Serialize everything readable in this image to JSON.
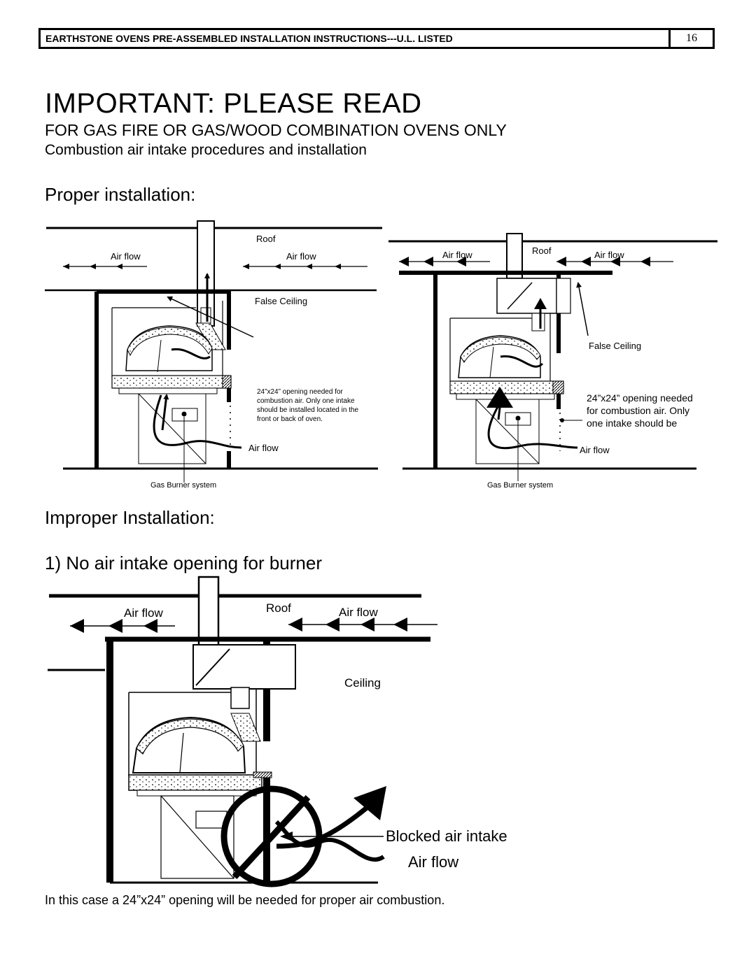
{
  "header": {
    "title": "EARTHSTONE OVENS PRE-ASSEMBLED INSTALLATION INSTRUCTIONS---U.L. LISTED",
    "page": "16"
  },
  "title": "IMPORTANT:  PLEASE READ",
  "subtitle": "FOR GAS FIRE OR GAS/WOOD COMBINATION OVENS ONLY",
  "subtitle2": "Combustion air intake procedures and installation",
  "proper_heading": "Proper installation:",
  "diagram1": {
    "roof": "Roof",
    "airflow_left": "Air flow",
    "airflow_right": "Air flow",
    "false_ceiling": "False Ceiling",
    "note": [
      "24”x24” opening needed for",
      "combustion air. Only one intake",
      "should be installed located in the",
      "front or back of oven."
    ],
    "airflow_bottom": "Air flow",
    "burner": "Gas Burner system"
  },
  "diagram2": {
    "roof": "Roof",
    "airflow_left": "Air flow",
    "airflow_right": "Air flow",
    "false_ceiling": "False Ceiling",
    "note": [
      "24”x24” opening needed",
      "for combustion air. Only",
      "one intake should be"
    ],
    "airflow_bottom": "Air flow",
    "burner": "Gas Burner system"
  },
  "improper_heading": "Improper Installation:",
  "case1_heading": "1) No air intake opening for burner",
  "diagram3": {
    "roof": "Roof",
    "airflow_left": "Air flow",
    "airflow_right": "Air flow",
    "ceiling": "Ceiling",
    "blocked": "Blocked air intake",
    "airflow_bottom": "Air flow"
  },
  "footer": "In this case a 24”x24” opening will be needed for proper air combustion."
}
